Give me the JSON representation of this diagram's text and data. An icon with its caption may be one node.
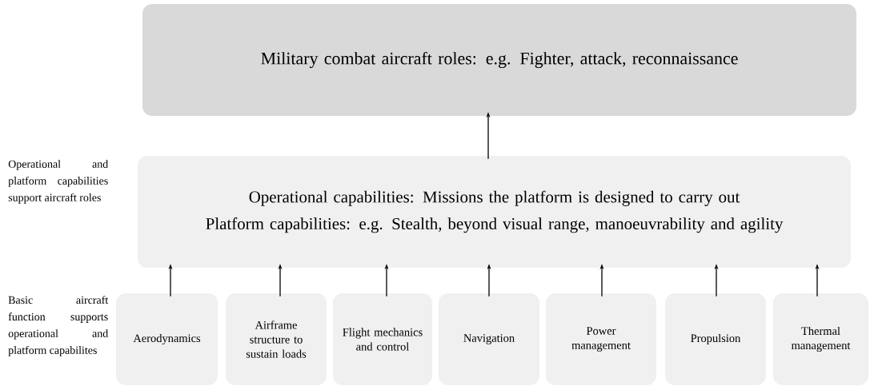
{
  "diagram": {
    "nodes": [
      {
        "text": [
          "Military combat aircraft roles: e.g. Fighter, attack, reconnaissance"
        ]
      },
      {
        "text": [
          "Operational capabilities: Missions the platform is designed to carry out",
          "Platform capabilities: e.g. Stealth, beyond visual range, manoeuvrability and agility"
        ]
      },
      {
        "text": [
          "Aerodynamics"
        ]
      },
      {
        "text": [
          "Airframe structure to sustain loads"
        ]
      },
      {
        "text": [
          "Flight mechanics and control"
        ]
      },
      {
        "text": [
          "Navigation"
        ]
      },
      {
        "text": [
          "Power management"
        ]
      },
      {
        "text": [
          "Propulsion"
        ]
      },
      {
        "text": [
          "Thermal management"
        ]
      }
    ],
    "edges": [
      {
        "from": 1,
        "to": 0,
        "arrow": "to"
      },
      {
        "from": 2,
        "to": 1,
        "arrow": "to"
      },
      {
        "from": 3,
        "to": 1,
        "arrow": "to"
      },
      {
        "from": 4,
        "to": 1,
        "arrow": "to"
      },
      {
        "from": 5,
        "to": 1,
        "arrow": "to"
      },
      {
        "from": 6,
        "to": 1,
        "arrow": "to"
      },
      {
        "from": 7,
        "to": 1,
        "arrow": "to"
      },
      {
        "from": 8,
        "to": 1,
        "arrow": "to"
      }
    ],
    "labels": [
      "Operational and platform capabilities support aircraft roles",
      "Basic aircraft function supports operational and platform capabilites"
    ]
  }
}
